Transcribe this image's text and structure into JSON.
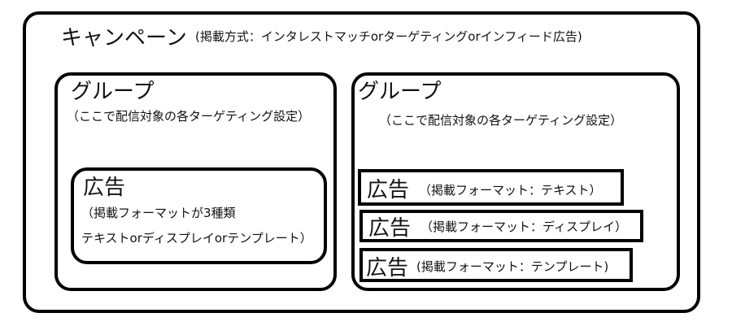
{
  "campaign": {
    "title": "キャンペーン",
    "note": "(掲載方式：インタレストマッチorターゲティングorインフィード広告)"
  },
  "groups": [
    {
      "title": "グループ",
      "note": "（ここで配信対象の各ターゲティング設定）",
      "ads": [
        {
          "title": "広告",
          "note_line1": "（掲載フォーマットが3種類",
          "note_line2": "テキストorディスプレイorテンプレート）"
        }
      ]
    },
    {
      "title": "グループ",
      "note": "（ここで配信対象の各ターゲティング設定）",
      "ads": [
        {
          "title": "広告",
          "note": "（掲載フォーマット：テキスト）"
        },
        {
          "title": "広告",
          "note": "（掲載フォーマット：ディスプレイ）"
        },
        {
          "title": "広告",
          "note": "(掲載フォーマット：テンプレート)"
        }
      ]
    }
  ]
}
